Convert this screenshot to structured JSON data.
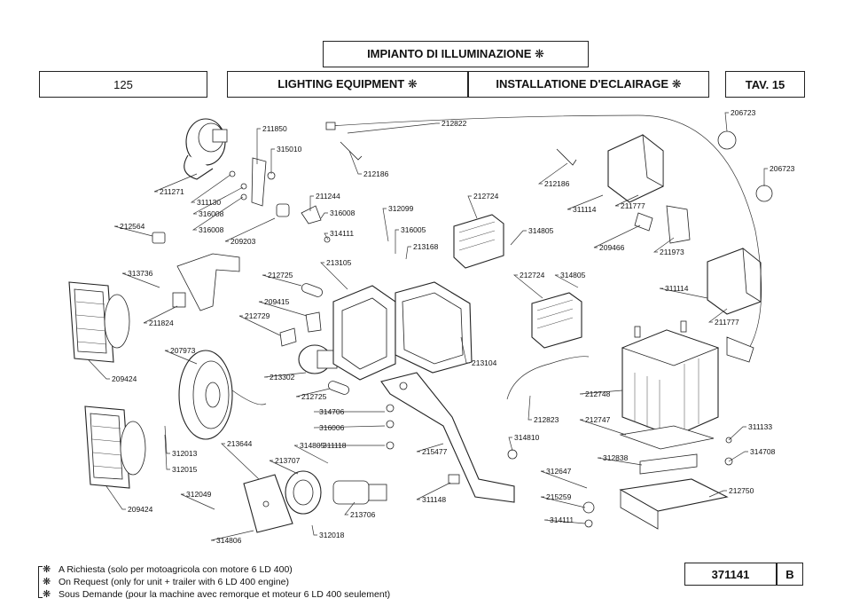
{
  "header": {
    "title_it": "IMPIANTO DI ILLUMINAZIONE ❋",
    "model": "125",
    "title_en": "LIGHTING EQUIPMENT ❋",
    "title_fr": "INSTALLATIONE D'ECLAIRAGE ❋",
    "table": "TAV. 15"
  },
  "footer": {
    "notes": [
      {
        "star": "❋",
        "text": "A Richiesta (solo per motoagricola con motore 6 LD 400)"
      },
      {
        "star": "❋",
        "text": "On Request (only for unit + trailer with 6 LD 400 engine)"
      },
      {
        "star": "❋",
        "text": "Sous Demande (pour la machine avec remorque et moteur 6 LD 400 seulement)"
      }
    ],
    "doc_number": "371141",
    "revision": "B"
  },
  "parts": [
    "211850",
    "315010",
    "211271",
    "311130",
    "316008",
    "316008",
    "209203",
    "211244",
    "316008",
    "314111",
    "212564",
    "313736",
    "211824",
    "209424",
    "209424",
    "207973",
    "312013",
    "312015",
    "312049",
    "314806",
    "213644",
    "213707",
    "314805",
    "213706",
    "312018",
    "212725",
    "209415",
    "212729",
    "213302",
    "212725",
    "213105",
    "312099",
    "316005",
    "213168",
    "212186",
    "212822",
    "212724",
    "314805",
    "212724",
    "314805",
    "213104",
    "314706",
    "316006",
    "311118",
    "215477",
    "314810",
    "311148",
    "212823",
    "212186",
    "311114",
    "211777",
    "209466",
    "211973",
    "311114",
    "211777",
    "206723",
    "206723",
    "212748",
    "212747",
    "312838",
    "311133",
    "314708",
    "312647",
    "212750",
    "215259",
    "314111"
  ]
}
